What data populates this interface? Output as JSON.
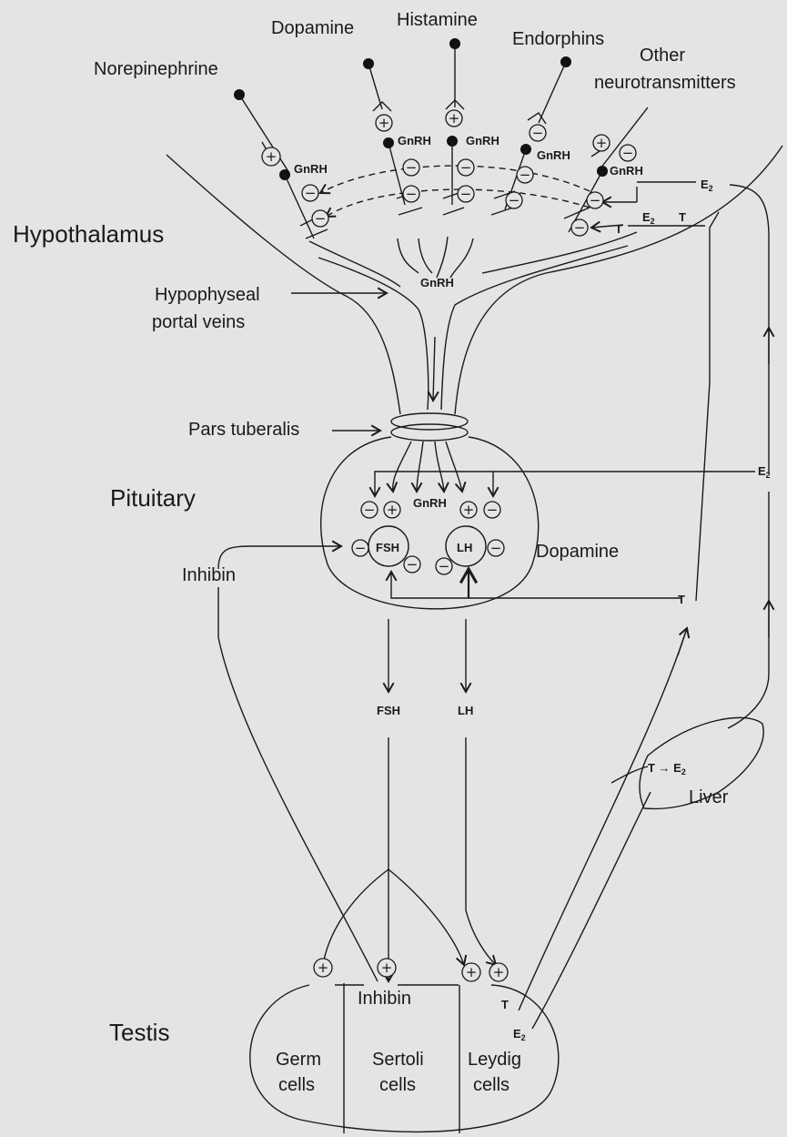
{
  "regions": {
    "hypothalamus": "Hypothalamus",
    "pituitary": "Pituitary",
    "testis": "Testis"
  },
  "neurotransmitters": {
    "norepinephrine": "Norepinephrine",
    "dopamine": "Dopamine",
    "histamine": "Histamine",
    "endorphins": "Endorphins",
    "other_line1": "Other",
    "other_line2": "neurotransmitters"
  },
  "labels": {
    "portal_line1": "Hypophyseal",
    "portal_line2": "portal veins",
    "pars_tuberalis": "Pars tuberalis",
    "dopamine_pituitary": "Dopamine",
    "inhibin_left": "Inhibin",
    "liver": "Liver",
    "inhibin_testis": "Inhibin",
    "germ_line1": "Germ",
    "germ_line2": "cells",
    "sertoli_line1": "Sertoli",
    "sertoli_line2": "cells",
    "leydig_line1": "Leydig",
    "leydig_line2": "cells"
  },
  "hormones": {
    "gnrh": "GnRH",
    "fsh": "FSH",
    "lh": "LH",
    "t": "T",
    "e2": "E",
    "e2_sub": "2",
    "conversion": "T → E",
    "conversion_sub": "2",
    "e2_to_t": "E",
    "e2_to_t_sub": "2",
    "e2_to_t_tail": " ← T"
  },
  "signs": {
    "plus": "+",
    "minus": "−"
  }
}
